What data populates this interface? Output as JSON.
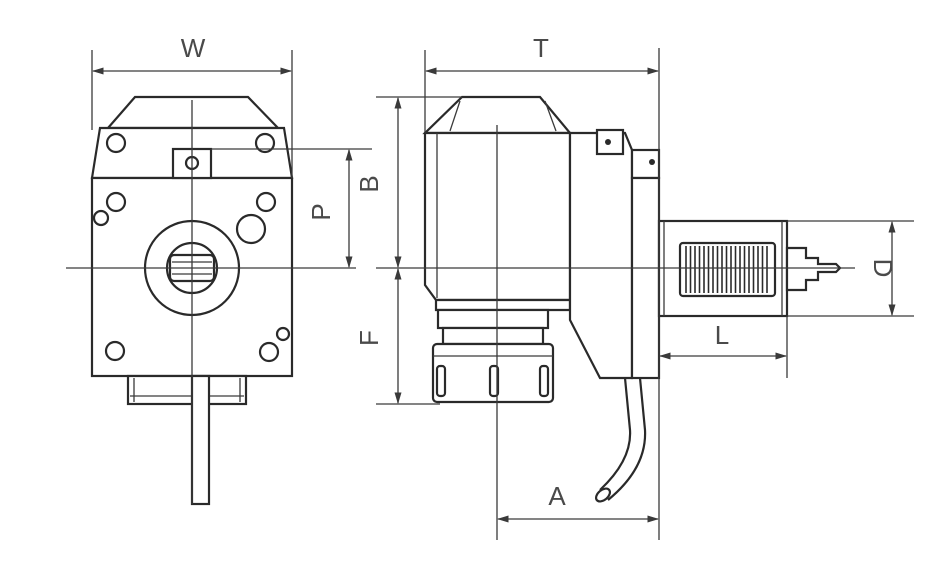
{
  "labels": {
    "W": "W",
    "T": "T",
    "B": "B",
    "P": "P",
    "F": "F",
    "A": "A",
    "L": "L",
    "D": "D"
  },
  "colors": {
    "line": "#2a2a2a",
    "label": "#4a4a4a",
    "background": "#ffffff"
  }
}
